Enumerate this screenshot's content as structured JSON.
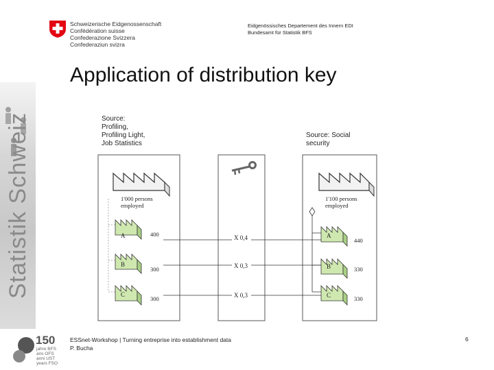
{
  "header": {
    "confederation": [
      "Schweizerische Eidgenossenschaft",
      "Confédération suisse",
      "Confederazione Svizzera",
      "Confederaziun svizra"
    ],
    "department": [
      "Eidgenössisches Departement des Innern EDI",
      "Bundesamt für Statistik BFS"
    ]
  },
  "sidebar": {
    "text": "Statistik Schweiz"
  },
  "title": "Application of distribution key",
  "diagram": {
    "source_left": "Source:\nProfiling,\nProfiling Light,\nJob Statistics",
    "source_right": "Source: Social\nsecurity",
    "left_total": "1'000 persons\nemployed",
    "right_total": "1'100 persons\nemployed",
    "units": [
      {
        "label": "A",
        "left_value": "400",
        "factor": "X 0,4",
        "right_value": "440"
      },
      {
        "label": "B",
        "left_value": "300",
        "factor": "X 0,3",
        "right_value": "330"
      },
      {
        "label": "C",
        "left_value": "300",
        "factor": "X 0,3",
        "right_value": "330"
      }
    ]
  },
  "footer": {
    "line1": "ESSnet-Workshop | Turning entreprise into establishment data",
    "line2": "P. Bucha",
    "page": "6"
  },
  "badge": {
    "number": "150",
    "lines": [
      "jahre BFS",
      "ans OFS",
      "anni UST",
      "years FSO"
    ]
  },
  "colors": {
    "logo_red": "#e30613",
    "sidebar_gray": "#c8c8c8"
  }
}
